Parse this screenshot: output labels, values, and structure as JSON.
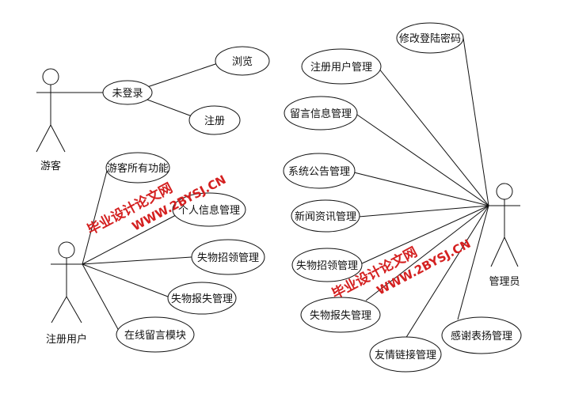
{
  "actors": {
    "guest": "游客",
    "registered_user": "注册用户",
    "admin": "管理员"
  },
  "guest_cases": {
    "not_logged_in": "未登录",
    "browse": "浏览",
    "register": "注册"
  },
  "user_cases": {
    "all_guest": "游客所有功能",
    "personal_info": "个人信息管理",
    "lost_claim": "失物招领管理",
    "lost_report": "失物报失管理",
    "online_msg": "在线留言模块"
  },
  "admin_cases": {
    "change_pwd": "修改登陆密码",
    "reg_user": "注册用户管理",
    "msg_info": "留言信息管理",
    "sys_notice": "系统公告管理",
    "news": "新闻资讯管理",
    "lost_claim": "失物招领管理",
    "lost_report": "失物报失管理",
    "links": "友情链接管理",
    "thanks": "感谢表扬管理"
  },
  "watermark": {
    "text_cn": "毕业设计论文网",
    "text_url": "WWW.2BYSJ.CN"
  },
  "colors": {
    "line": "#111111",
    "watermark": "#d42020"
  }
}
